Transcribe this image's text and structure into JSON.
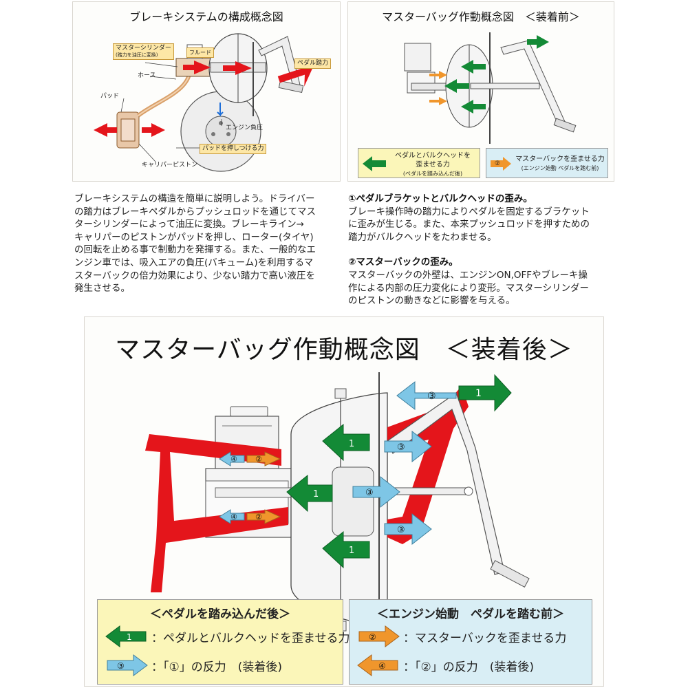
{
  "panel1": {
    "title": "ブレーキシステムの構成概念図",
    "labels": {
      "master_cylinder": "マスターシリンダー",
      "master_cylinder_sub": "(踏力を油圧に変換)",
      "fluid": "フルード",
      "hose": "ホース",
      "pad": "パッド",
      "pedal_force": "ペダル踏力",
      "engine_vacuum": "エンジン負圧",
      "pad_push": "パッドを押しつける力",
      "caliper_piston": "キャリパーピストン"
    }
  },
  "panel2": {
    "title": "マスターバッグ作動概念図　＜装着前＞",
    "legend_left_line1": "ペダルとバルクヘッドを",
    "legend_left_line2": "歪ませる力",
    "legend_left_sub": "(ペダルを踏み込んだ後)",
    "legend_right_line1": "マスターバックを歪ませる力",
    "legend_right_sub": "(エンジン始動 ペダルを踏む前)",
    "legend_right_num": "②"
  },
  "text_left": {
    "lines": [
      "ブレーキシステムの構造を簡単に説明しよう。ドライバー",
      "の踏力はブレーキペダルからプッシュロッドを通じてマス",
      "ターシリンダーによって油圧に変換。ブレーキライン→",
      "キャリパーのピストンがパッドを押し、ローター(タイヤ)",
      "の回転を止める事で制動力を発揮する。また、一般的なエ",
      "ンジン車では、吸入エアの負圧(バキューム)を利用するマ",
      "スターバックの倍力効果により、少ない踏力で高い液圧を",
      "発生させる。"
    ]
  },
  "text_right": {
    "heading1": "①ペダルブラケットとバルクヘッドの歪み。",
    "lines1": [
      "ブレーキ操作時の踏力によりペダルを固定するブラケット",
      "に歪みが生じる。また、本来プッシュロッドを押すための",
      "踏力がバルクヘッドをたわませる。"
    ],
    "heading2": "②マスターバックの歪み。",
    "lines2": [
      "マスターバックの外壁は、エンジンON,OFFやブレーキ操",
      "作による内部の圧力変化により変形。マスターシリンダー",
      "のピストンの動きなどに影響を与える。"
    ]
  },
  "panel3": {
    "title": "マスターバッグ作動概念図　＜装着後＞",
    "arrow_labels": {
      "one": "1",
      "two": "②",
      "three": "③",
      "four": "④"
    },
    "legend_left": {
      "heading": "＜ペダルを踏み込んだ後＞",
      "row1_text": "：ペダルとバルクヘッドを歪ませる力",
      "row2_text": "：「①」の反力　(装着後)"
    },
    "legend_right": {
      "heading": "＜エンジン始動　ペダルを踏む前＞",
      "row1_text": "：マスターバックを歪ませる力",
      "row2_text": "：「②」の反力　(装着後)"
    }
  },
  "colors": {
    "green_arrow": "#138a36",
    "blue_arrow": "#7ec6e6",
    "orange_arrow": "#f0962c",
    "red_brace": "#e4151b",
    "legend_yellow": "#fbf6b9",
    "legend_blue": "#d9eef5"
  }
}
